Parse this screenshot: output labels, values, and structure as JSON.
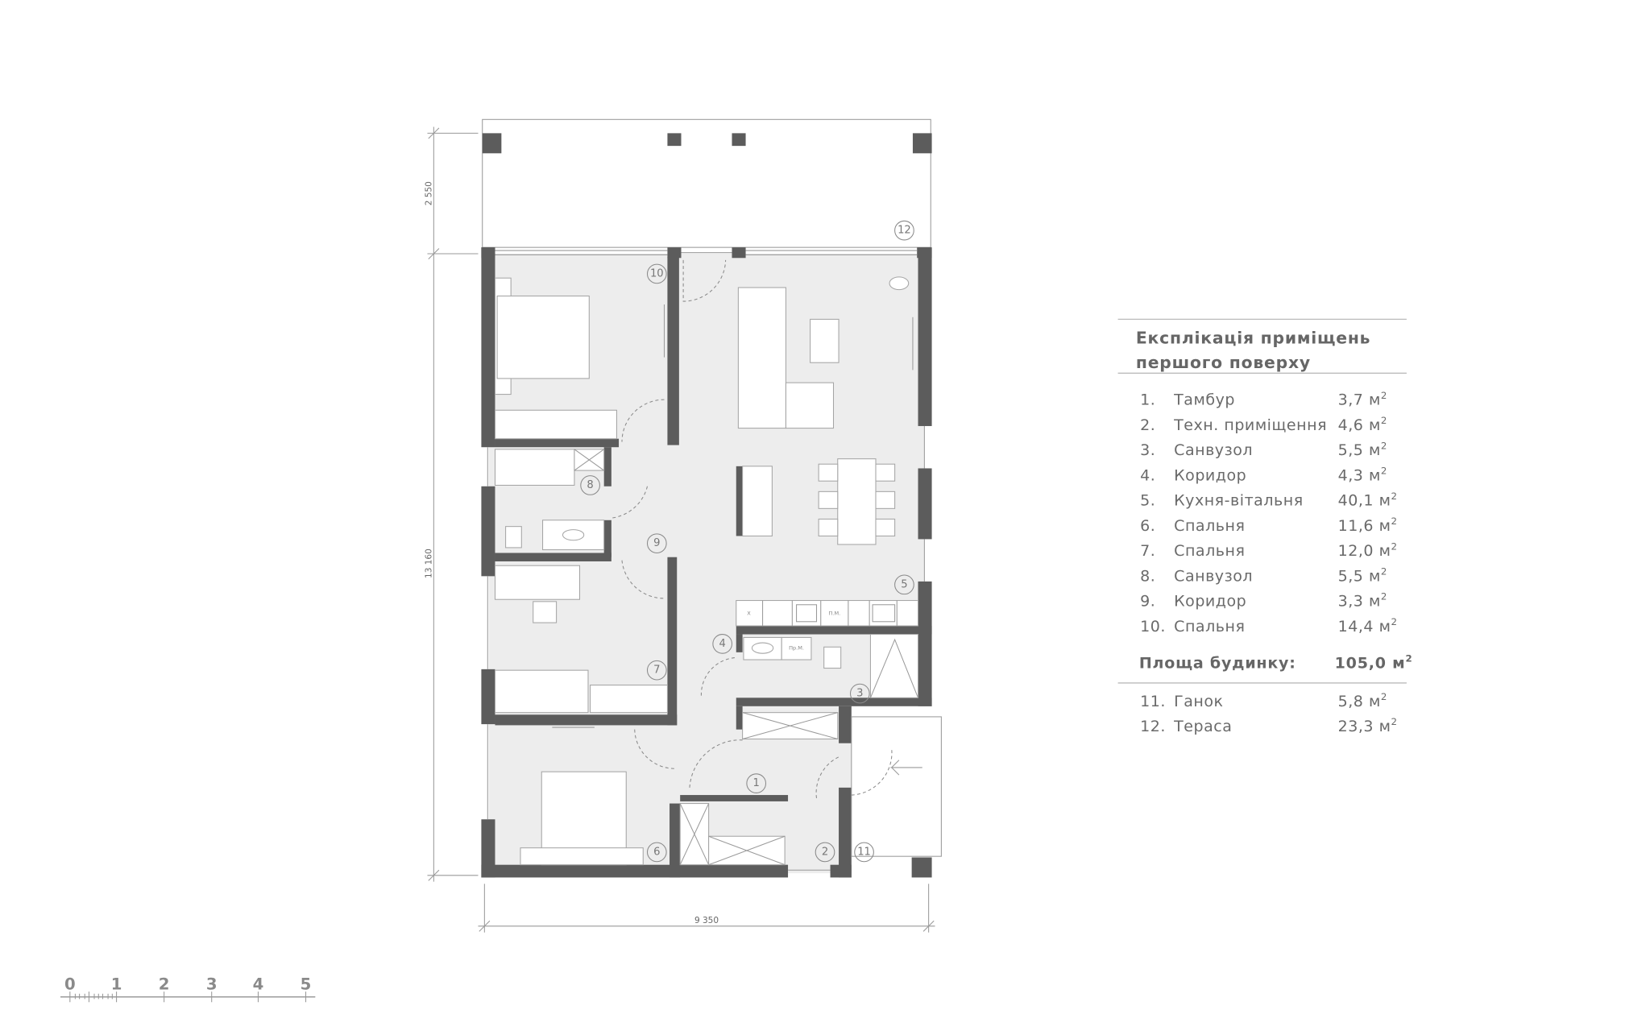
{
  "plan": {
    "dimensions": {
      "terrace_depth": "2 550",
      "building_depth": "13 160",
      "building_width": "9 350"
    },
    "room_numbers": [
      "1",
      "2",
      "3",
      "4",
      "5",
      "6",
      "7",
      "8",
      "9",
      "10",
      "11",
      "12"
    ],
    "fixture_labels": {
      "kitchen_x": "X",
      "kitchen_pm": "П.М.",
      "bath_prm": "Пр.М."
    }
  },
  "legend": {
    "title_line1": "Експлікація приміщень",
    "title_line2": "першого поверху",
    "unit": "м",
    "unit_sup": "2",
    "rooms": [
      {
        "num": "1.",
        "name": "Тамбур",
        "area": "3,7 м"
      },
      {
        "num": "2.",
        "name": "Техн. приміщення",
        "area": "4,6 м"
      },
      {
        "num": "3.",
        "name": "Санвузол",
        "area": "5,5 м"
      },
      {
        "num": "4.",
        "name": "Коридор",
        "area": "4,3 м"
      },
      {
        "num": "5.",
        "name": "Кухня-вітальня",
        "area": "40,1 м"
      },
      {
        "num": "6.",
        "name": "Спальня",
        "area": "11,6 м"
      },
      {
        "num": "7.",
        "name": "Спальня",
        "area": "12,0 м"
      },
      {
        "num": "8.",
        "name": "Санвузол",
        "area": "5,5 м"
      },
      {
        "num": "9.",
        "name": "Коридор",
        "area": "3,3 м"
      },
      {
        "num": "10.",
        "name": "Спальня",
        "area": "14,4 м"
      }
    ],
    "total_label": "Площа будинку:",
    "total_area": "105,0 м",
    "extra": [
      {
        "num": "11.",
        "name": "Ганок",
        "area": "5,8 м"
      },
      {
        "num": "12.",
        "name": "Тераса",
        "area": "23,3 м"
      }
    ]
  },
  "scale_bar": {
    "labels": [
      "0",
      "1",
      "2",
      "3",
      "4",
      "5"
    ],
    "unit_meters": 1
  }
}
